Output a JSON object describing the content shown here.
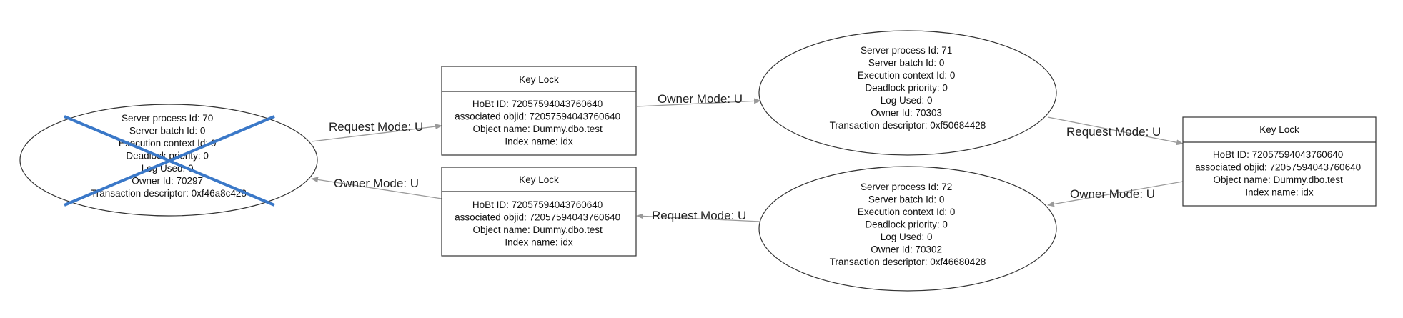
{
  "processes": [
    {
      "id": "process-70",
      "victim": true,
      "lines": [
        "Server process Id: 70",
        "Server batch Id: 0",
        "Execution context Id: 0",
        "Deadlock priority: 0",
        "Log Used: 0",
        "Owner Id: 70297",
        "Transaction descriptor: 0xf46a8c428"
      ]
    },
    {
      "id": "process-71",
      "victim": false,
      "lines": [
        "Server process Id: 71",
        "Server batch Id: 0",
        "Execution context Id: 0",
        "Deadlock priority: 0",
        "Log Used: 0",
        "Owner Id: 70303",
        "Transaction descriptor: 0xf50684428"
      ]
    },
    {
      "id": "process-72",
      "victim": false,
      "lines": [
        "Server process Id: 72",
        "Server batch Id: 0",
        "Execution context Id: 0",
        "Deadlock priority: 0",
        "Log Used: 0",
        "Owner Id: 70302",
        "Transaction descriptor: 0xf46680428"
      ]
    }
  ],
  "locks": [
    {
      "id": "lock-top",
      "title": "Key Lock",
      "lines": [
        "HoBt ID: 72057594043760640",
        "associated objid: 72057594043760640",
        "Object name: Dummy.dbo.test",
        "Index name: idx"
      ]
    },
    {
      "id": "lock-bottom",
      "title": "Key Lock",
      "lines": [
        "HoBt ID: 72057594043760640",
        "associated objid: 72057594043760640",
        "Object name: Dummy.dbo.test",
        "Index name: idx"
      ]
    },
    {
      "id": "lock-right",
      "title": "Key Lock",
      "lines": [
        "HoBt ID: 72057594043760640",
        "associated objid: 72057594043760640",
        "Object name: Dummy.dbo.test",
        "Index name: idx"
      ]
    }
  ],
  "edges": [
    {
      "id": "edge-p70-to-locktop",
      "label": "Request Mode: U"
    },
    {
      "id": "edge-locktop-to-p71",
      "label": "Owner Mode: U"
    },
    {
      "id": "edge-p71-to-lockright",
      "label": "Request Mode: U"
    },
    {
      "id": "edge-lockright-to-p72",
      "label": "Owner Mode: U"
    },
    {
      "id": "edge-p72-to-lockbottom",
      "label": "Request Mode: U"
    },
    {
      "id": "edge-lockbottom-to-p70",
      "label": "Owner Mode: U"
    }
  ],
  "colors": {
    "victim_cross": "#3a78c8",
    "edge": "#9a9a9a",
    "node_border": "#333333"
  }
}
